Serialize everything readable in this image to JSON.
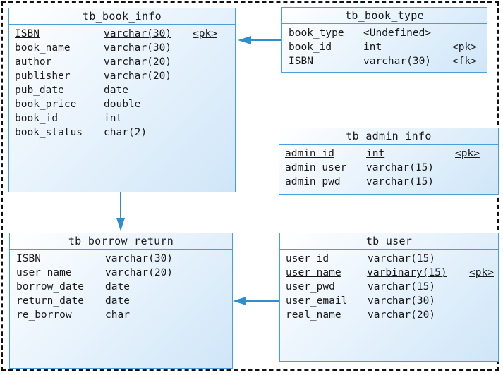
{
  "entities": {
    "book_info": {
      "title": "tb_book_info",
      "rows": [
        {
          "name": "ISBN",
          "type": "varchar(30)",
          "key": "<pk>"
        },
        {
          "name": "book_name",
          "type": "varchar(30)",
          "key": ""
        },
        {
          "name": "author",
          "type": "varchar(20)",
          "key": ""
        },
        {
          "name": "publisher",
          "type": "varchar(20)",
          "key": ""
        },
        {
          "name": "pub_date",
          "type": "date",
          "key": ""
        },
        {
          "name": "book_price",
          "type": "double",
          "key": ""
        },
        {
          "name": "book_id",
          "type": "int",
          "key": ""
        },
        {
          "name": "book_status",
          "type": "char(2)",
          "key": ""
        }
      ]
    },
    "book_type": {
      "title": "tb_book_type",
      "rows": [
        {
          "name": "book_type",
          "type": "<Undefined>",
          "key": ""
        },
        {
          "name": "book_id",
          "type": "int",
          "key": "<pk>"
        },
        {
          "name": "ISBN",
          "type": "varchar(30)",
          "key": "<fk>"
        }
      ]
    },
    "admin_info": {
      "title": "tb_admin_info",
      "rows": [
        {
          "name": "admin_id",
          "type": "int",
          "key": "<pk>"
        },
        {
          "name": "admin_user",
          "type": "varchar(15)",
          "key": ""
        },
        {
          "name": "admin_pwd",
          "type": "varchar(15)",
          "key": ""
        }
      ]
    },
    "borrow_return": {
      "title": "tb_borrow_return",
      "rows": [
        {
          "name": "ISBN",
          "type": "varchar(30)",
          "key": ""
        },
        {
          "name": "user_name",
          "type": "varchar(20)",
          "key": ""
        },
        {
          "name": "borrow_date",
          "type": "date",
          "key": ""
        },
        {
          "name": "return_date",
          "type": "date",
          "key": ""
        },
        {
          "name": "re_borrow",
          "type": "char",
          "key": ""
        }
      ]
    },
    "user": {
      "title": "tb_user",
      "rows": [
        {
          "name": "user_id",
          "type": "varchar(15)",
          "key": ""
        },
        {
          "name": "user_name",
          "type": "varbinary(15)",
          "key": "<pk>"
        },
        {
          "name": "user_pwd",
          "type": "varchar(15)",
          "key": ""
        },
        {
          "name": "user_email",
          "type": "varchar(30)",
          "key": ""
        },
        {
          "name": "real_name",
          "type": "varchar(20)",
          "key": ""
        }
      ]
    }
  },
  "colors": {
    "border": "#4a9fd8",
    "arrow": "#2e8fd0"
  }
}
